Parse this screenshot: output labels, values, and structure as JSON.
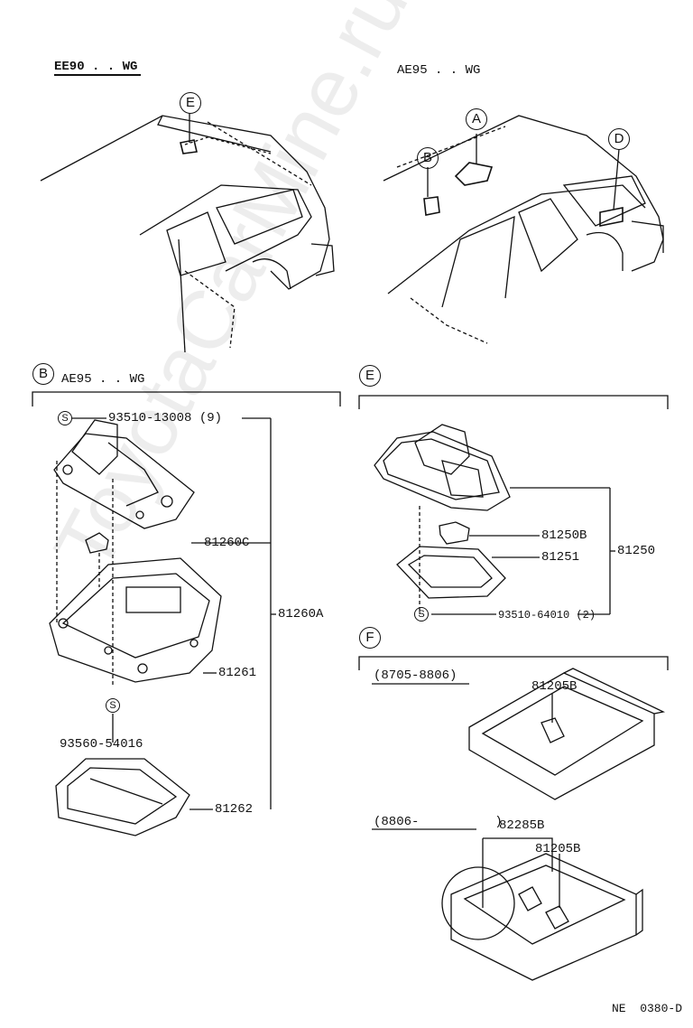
{
  "headers": {
    "ee90": "EE90 . . WG",
    "ae95_top": "AE95 . . WG",
    "section_b_variant": "AE95 . . WG"
  },
  "callouts": {
    "A": "A",
    "B": "B",
    "D": "D",
    "E": "E",
    "B_section": "B",
    "E_section": "E",
    "F_section": "F"
  },
  "section_b": {
    "screw_symbol": "S",
    "screw_part": "93510-13008 (9)",
    "bulb": "81260C",
    "assembly": "81260A",
    "lens": "81261",
    "screw2": "93560-54016",
    "cover": "81262"
  },
  "section_e": {
    "bulb": "81250B",
    "lens": "81251",
    "assembly": "81250",
    "screw_symbol": "S",
    "screw_part": "93510-64010 (2)"
  },
  "section_f": {
    "range1": "(8705-8806)",
    "range1_part": "81205B",
    "range2": "(8806-          )",
    "range2_part_a": "82285B",
    "range2_part_b": "81205B"
  },
  "watermark": "ToyotaCarMine.ru",
  "drawing_code": "NE  0380-D"
}
